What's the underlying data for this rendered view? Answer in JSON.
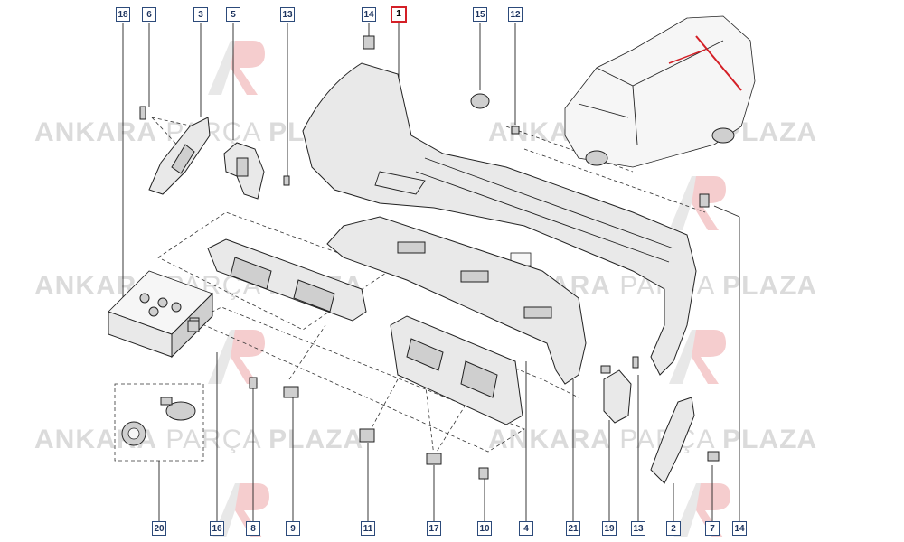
{
  "watermark": {
    "word1": "ANKARA",
    "word2": "PARÇA",
    "word3": "PLAZA",
    "logo_color": "#d41f26"
  },
  "highlight_color": "#d41f26",
  "callouts": {
    "c18": "18",
    "c6": "6",
    "c3": "3",
    "c5": "5",
    "c13_top": "13",
    "c14_top": "14",
    "c1": "1",
    "c15": "15",
    "c12": "12",
    "c20": "20",
    "c16": "16",
    "c8": "8",
    "c9": "9",
    "c11": "11",
    "c17": "17",
    "c10": "10",
    "c4": "4",
    "c21": "21",
    "c19": "19",
    "c13_bottom": "13",
    "c2": "2",
    "c7": "7",
    "c14_bottom": "14"
  }
}
